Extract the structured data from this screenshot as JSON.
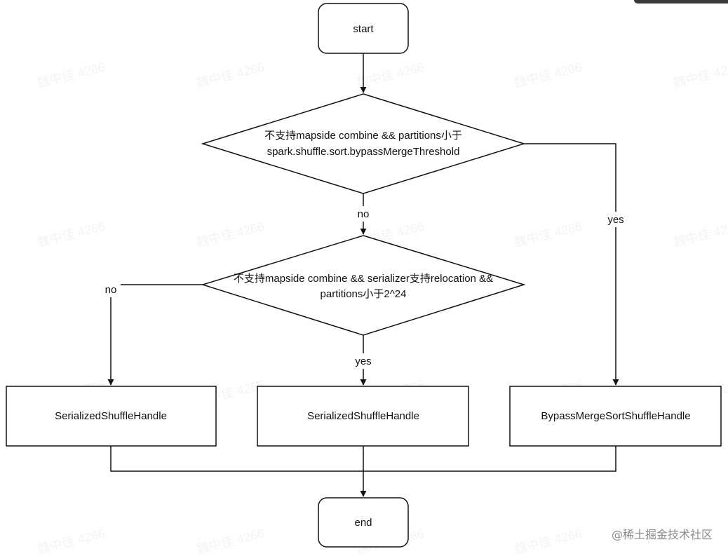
{
  "nodes": {
    "start": {
      "label": "start"
    },
    "decision1": {
      "line1": "不支持mapside combine &&  partitions小于",
      "line2": "spark.shuffle.sort.bypassMergeThreshold"
    },
    "decision2": {
      "line1": "不支持mapside combine &&  serializer支持relocation &&",
      "line2": "partitions小于2^24"
    },
    "box_left": {
      "label": "SerializedShuffleHandle"
    },
    "box_middle": {
      "label": "SerializedShuffleHandle"
    },
    "box_right": {
      "label": "BypassMergeSortShuffleHandle"
    },
    "end": {
      "label": "end"
    }
  },
  "edges": {
    "d1_no": "no",
    "d1_yes": "yes",
    "d2_no": "no",
    "d2_yes": "yes"
  },
  "watermark": {
    "text": "魏中佳 4266",
    "credit": "@稀土掘金技术社区"
  },
  "colors": {
    "stroke": "#111111",
    "background": "#ffffff"
  }
}
